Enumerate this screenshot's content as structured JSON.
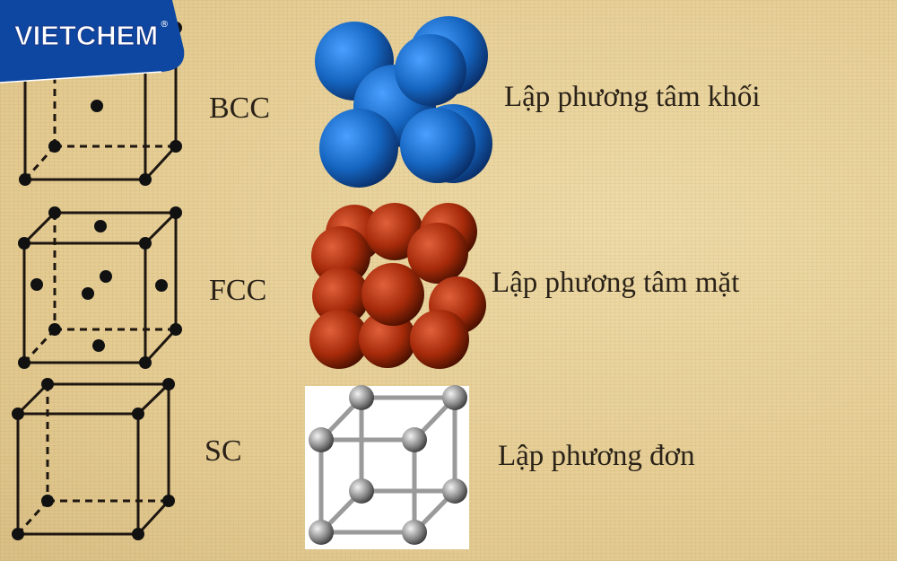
{
  "logo": {
    "text": "VIETCHEM",
    "mark": "®",
    "color": "#0d47a1"
  },
  "rows": [
    {
      "abbr": "BCC",
      "description": "Lập phương tâm khối",
      "sphere_color": "#1565c0"
    },
    {
      "abbr": "FCC",
      "description": "Lập phương tâm mặt",
      "sphere_color": "#a52a0a"
    },
    {
      "abbr": "SC",
      "description": "Lập phương đơn",
      "sphere_color": "#8a8a8a"
    }
  ]
}
